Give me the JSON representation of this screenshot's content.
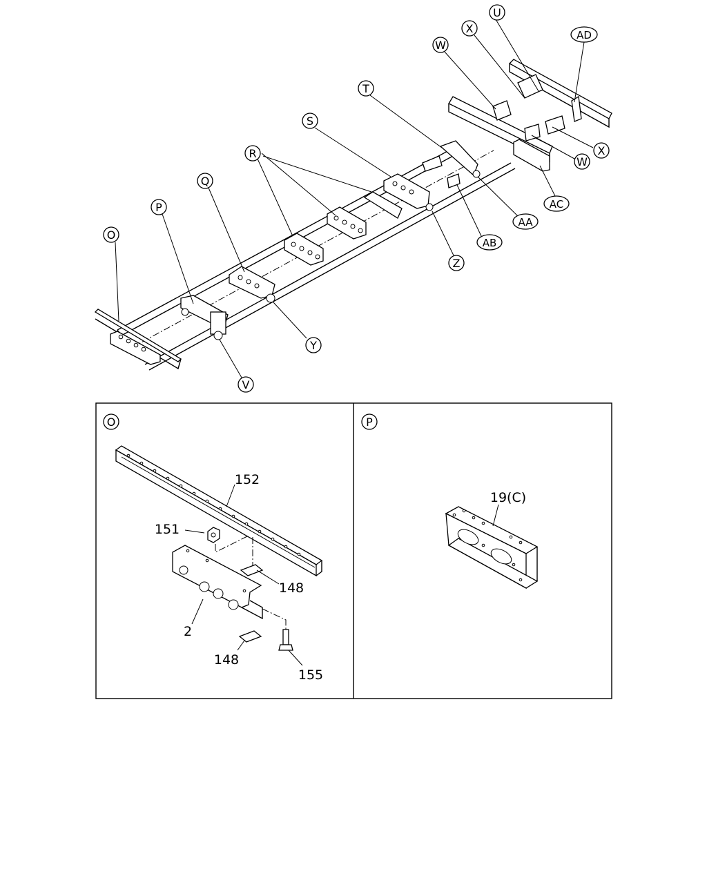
{
  "callouts": {
    "O": "O",
    "P": "P",
    "Q": "Q",
    "R": "R",
    "S": "S",
    "T": "T",
    "U": "U",
    "V": "V",
    "W1": "W",
    "W2": "W",
    "X1": "X",
    "X2": "X",
    "Y": "Y",
    "Z": "Z",
    "AA": "AA",
    "AB": "AB",
    "AC": "AC",
    "AD": "AD"
  },
  "panels": {
    "left": {
      "label": "O",
      "parts": {
        "p152": "152",
        "p151": "151",
        "p148a": "148",
        "p2": "2",
        "p148b": "148",
        "p155": "155"
      }
    },
    "right": {
      "label": "P",
      "parts": {
        "p19c": "19(C)"
      }
    }
  }
}
